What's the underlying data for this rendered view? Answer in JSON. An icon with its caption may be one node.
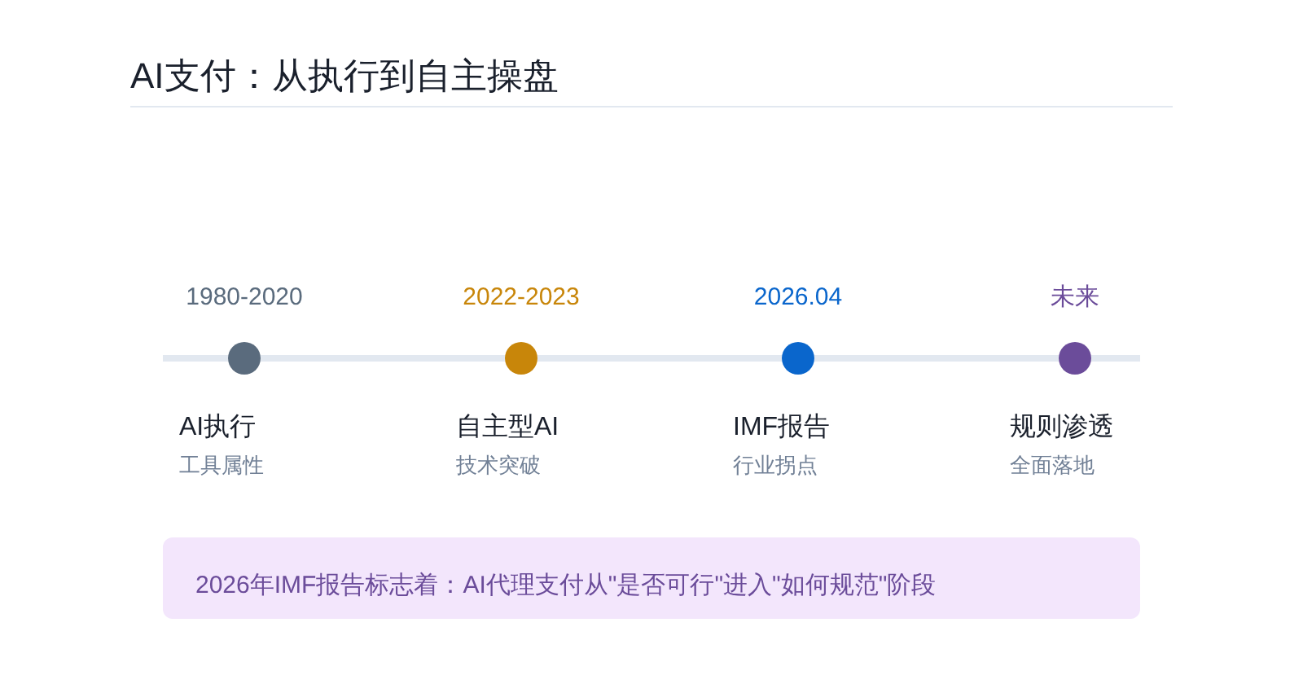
{
  "diagram": {
    "title": "AI支付：从执行到自主操盘",
    "nodes": [
      {
        "text": [],
        "shape": "circle",
        "beside": [
          "1980-2020",
          "AI执行",
          "工具属性"
        ]
      },
      {
        "text": [],
        "shape": "circle",
        "beside": [
          "2022-2023",
          "自主型AI",
          "技术突破"
        ]
      },
      {
        "text": [],
        "shape": "circle",
        "beside": [
          "2026.04",
          "IMF报告",
          "行业拐点"
        ]
      },
      {
        "text": [],
        "shape": "circle",
        "beside": [
          "未来",
          "规则渗透",
          "全面落地"
        ]
      },
      {
        "text": [
          "2026年IMF报告标志着：AI代理支付从\"是否可行\"进入\"如何规范\"阶段"
        ]
      }
    ],
    "edges": [
      {
        "from": null,
        "to": 0,
        "arrow": "none"
      },
      {
        "from": 0,
        "to": 1,
        "arrow": "none"
      },
      {
        "from": 1,
        "to": 2,
        "arrow": "none"
      },
      {
        "from": 2,
        "to": 3,
        "arrow": "none"
      },
      {
        "from": 3,
        "to": null,
        "arrow": "none"
      }
    ]
  }
}
